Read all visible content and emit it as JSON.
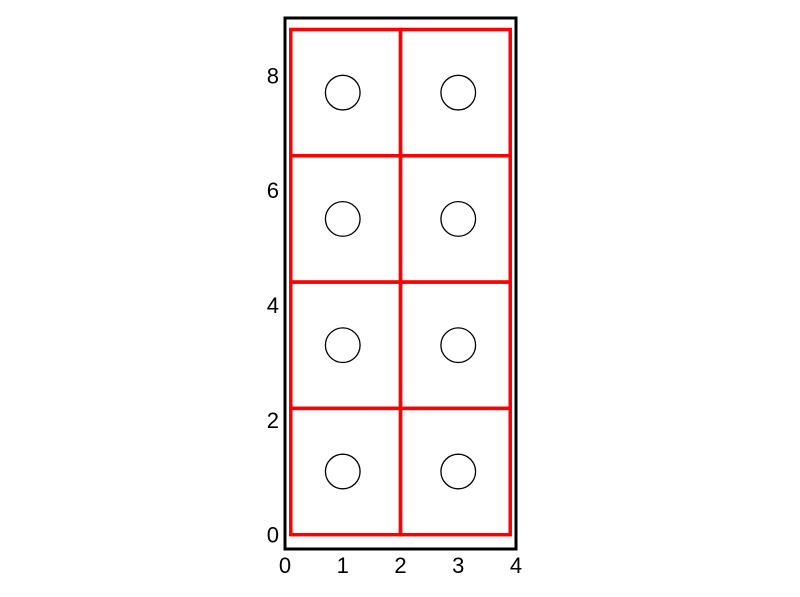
{
  "chart_data": {
    "type": "scatter",
    "title": "",
    "xlabel": "",
    "ylabel": "",
    "xlim": [
      0,
      4
    ],
    "ylim": [
      -0.25,
      9.0
    ],
    "x_ticks": [
      "0",
      "1",
      "2",
      "3",
      "4"
    ],
    "y_ticks": [
      "0",
      "2",
      "4",
      "6",
      "8"
    ],
    "grid": false,
    "colors": {
      "frame": "#000000",
      "cells": "#ff0000",
      "circles": "#000000"
    },
    "cells": [
      {
        "x0": 0.1,
        "x1": 2.0,
        "y0": 0.0,
        "y1": 2.2
      },
      {
        "x0": 2.0,
        "x1": 3.9,
        "y0": 0.0,
        "y1": 2.2
      },
      {
        "x0": 0.1,
        "x1": 2.0,
        "y0": 2.2,
        "y1": 4.4
      },
      {
        "x0": 2.0,
        "x1": 3.9,
        "y0": 2.2,
        "y1": 4.4
      },
      {
        "x0": 0.1,
        "x1": 2.0,
        "y0": 4.4,
        "y1": 6.6
      },
      {
        "x0": 2.0,
        "x1": 3.9,
        "y0": 4.4,
        "y1": 6.6
      },
      {
        "x0": 0.1,
        "x1": 2.0,
        "y0": 6.6,
        "y1": 8.8
      },
      {
        "x0": 2.0,
        "x1": 3.9,
        "y0": 6.6,
        "y1": 8.8
      }
    ],
    "circles": [
      {
        "x": 1.0,
        "y": 1.1,
        "r": 0.3
      },
      {
        "x": 3.0,
        "y": 1.1,
        "r": 0.3
      },
      {
        "x": 1.0,
        "y": 3.3,
        "r": 0.3
      },
      {
        "x": 3.0,
        "y": 3.3,
        "r": 0.3
      },
      {
        "x": 1.0,
        "y": 5.5,
        "r": 0.3
      },
      {
        "x": 3.0,
        "y": 5.5,
        "r": 0.3
      },
      {
        "x": 1.0,
        "y": 7.7,
        "r": 0.3
      },
      {
        "x": 3.0,
        "y": 7.7,
        "r": 0.3
      }
    ]
  }
}
